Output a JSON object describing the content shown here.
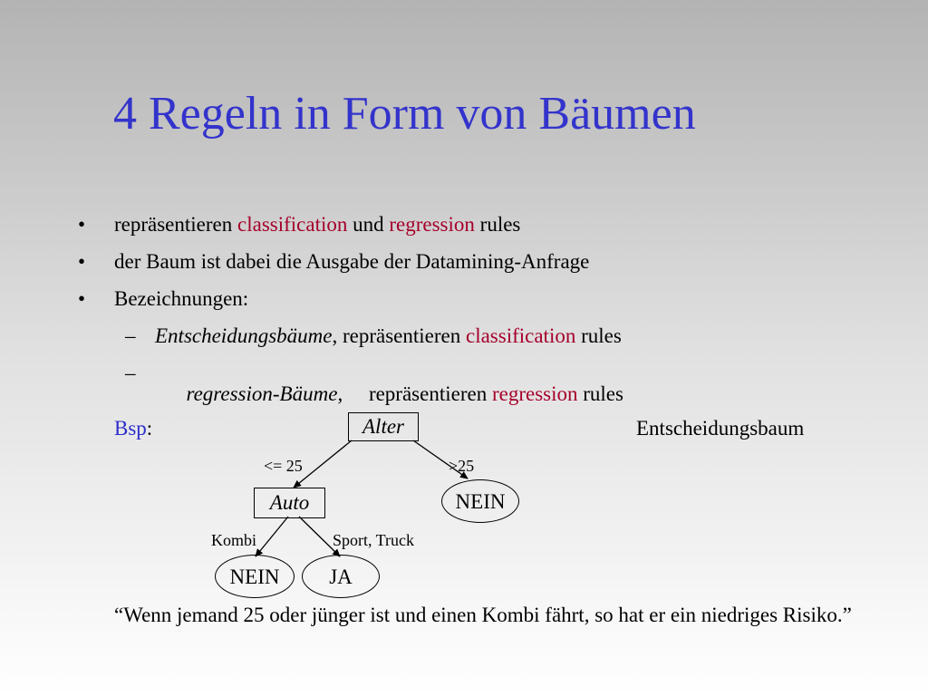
{
  "slide": {
    "title": "4 Regeln in Form von Bäumen",
    "bullet_symbol": "•",
    "dash_symbol": "–",
    "bullets": [
      {
        "parts": [
          "repräsentieren ",
          "classification",
          " und ",
          "regression",
          " rules"
        ]
      },
      {
        "parts": [
          "der Baum ist dabei die Ausgabe der Datamining-Anfrage"
        ]
      },
      {
        "parts": [
          "Bezeichnungen:"
        ]
      }
    ],
    "subbullets": [
      {
        "term": "Entscheidungsbäume",
        "sep": ", repräsentieren ",
        "highlight": "classification",
        "tail": " rules"
      },
      {
        "term": "regression-Bäume",
        "sep": ",     repräsentieren ",
        "highlight": "regression",
        "tail": " rules"
      }
    ],
    "example_label": "Bsp",
    "example_colon": ":",
    "diagram_caption": "Entscheidungsbaum",
    "tree": {
      "root": "Alter",
      "edge_left": "<= 25",
      "edge_right": ">25",
      "node_auto": "Auto",
      "leaf_nein_top": "NEIN",
      "edge_kombi": "Kombi",
      "edge_sport": "Sport, Truck",
      "leaf_nein_bottom": "NEIN",
      "leaf_ja": "JA"
    },
    "quote": "“Wenn jemand 25 oder jünger ist und einen Kombi fährt, so hat er ein niedriges Risiko.”"
  },
  "colors": {
    "title": "#3333cc",
    "highlight": "#a5002a",
    "example_label": "#2d2dcc"
  }
}
